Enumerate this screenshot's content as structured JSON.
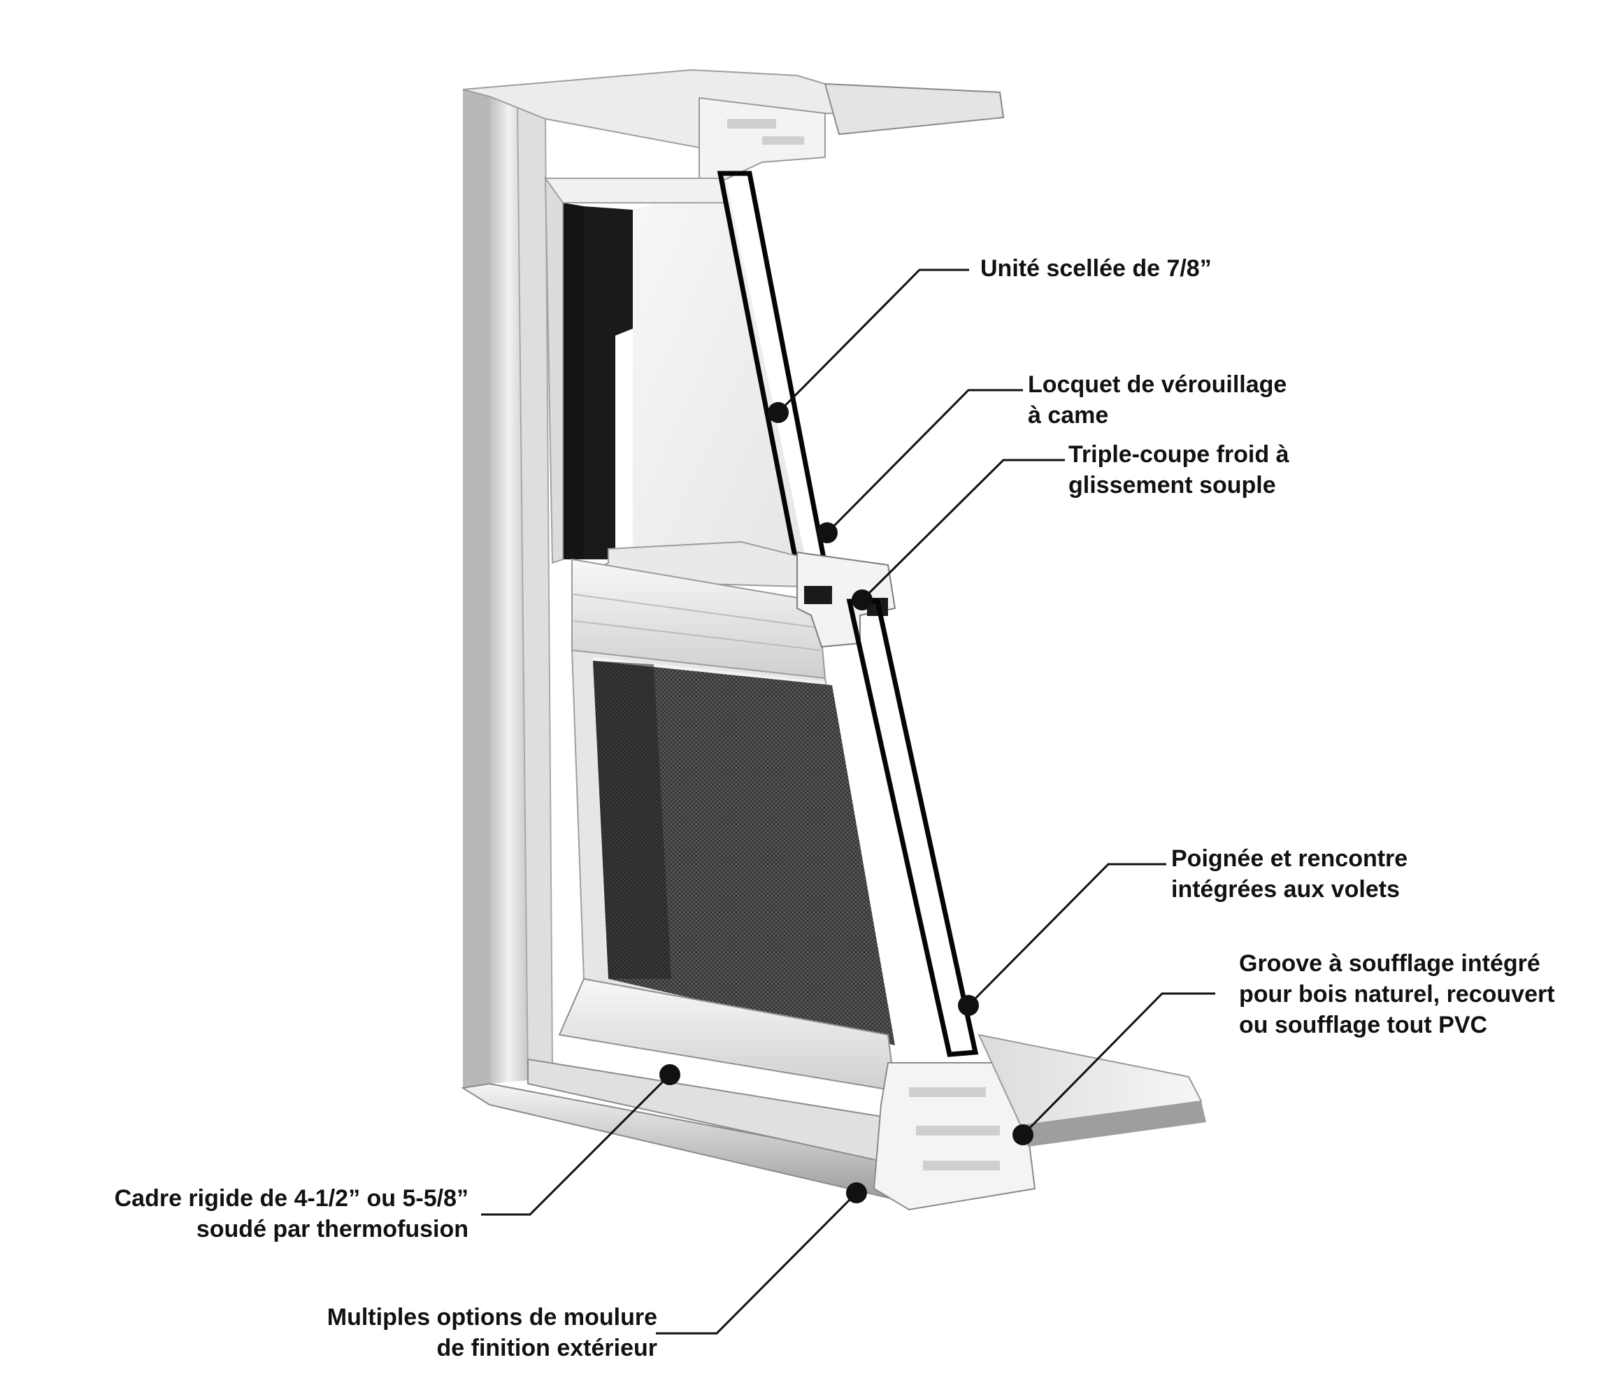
{
  "colors": {
    "ink": "#111111",
    "frame_light": "#f4f4f4",
    "frame_mid": "#d9d9d9",
    "frame_shadow": "#8f8f8f",
    "glass": "#eeeeee",
    "screen_mesh": "#3a3a3a",
    "jamb_dark": "#141414"
  },
  "callouts": {
    "sealed_unit": {
      "line1": "Unité scellée de 7/8”"
    },
    "cam_lock": {
      "line1": "Locquet de vérouillage",
      "line2": "à came"
    },
    "triple_seal": {
      "line1": "Triple-coupe froid à",
      "line2": "glissement souple"
    },
    "handle": {
      "line1": "Poignée et rencontre",
      "line2": "intégrées aux volets"
    },
    "groove": {
      "line1": "Groove à soufflage intégré",
      "line2": "pour bois naturel, recouvert",
      "line3": "ou soufflage tout PVC"
    },
    "frame": {
      "line1": "Cadre rigide de 4-1/2” ou 5-5/8”",
      "line2": "soudé par thermofusion"
    },
    "molding": {
      "line1": "Multiples options de moulure",
      "line2": "de finition extérieur"
    }
  }
}
